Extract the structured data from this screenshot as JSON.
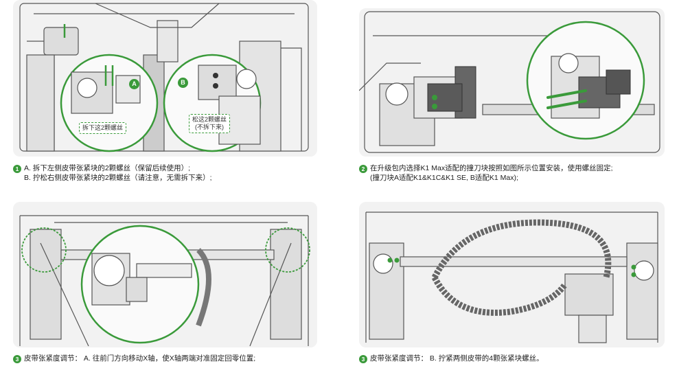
{
  "steps": [
    {
      "badge": "1",
      "lines": [
        "A. 拆下左侧皮带张紧块的2颗螺丝（保留后续使用）;",
        "B. 拧松右侧皮带张紧块的2颗螺丝（请注意，无需拆下来）;"
      ],
      "callout_a": "A",
      "callout_b": "B",
      "label_a": "拆下这2颗螺丝",
      "label_b_1": "松这2颗螺丝",
      "label_b_2": "(不拆下来)"
    },
    {
      "badge": "2",
      "lines": [
        "在升级包内选择K1 Max适配的撞刀块按照如图所示位置安装，使用螺丝固定;",
        "(撞刀块A适配K1&K1C&K1 SE, B适配K1 Max);"
      ]
    },
    {
      "badge": "3",
      "lines": [
        "皮带张紧度调节： A. 往前门方向移动X轴，使X轴两端对准固定回零位置;"
      ]
    },
    {
      "badge": "3",
      "lines": [
        "皮带张紧度调节： B. 拧紧两侧皮带的4颗张紧块螺丝。"
      ]
    }
  ],
  "colors": {
    "accent": "#3a9a3a",
    "panel_bg": "#f2f2f2",
    "line": "#444444"
  }
}
